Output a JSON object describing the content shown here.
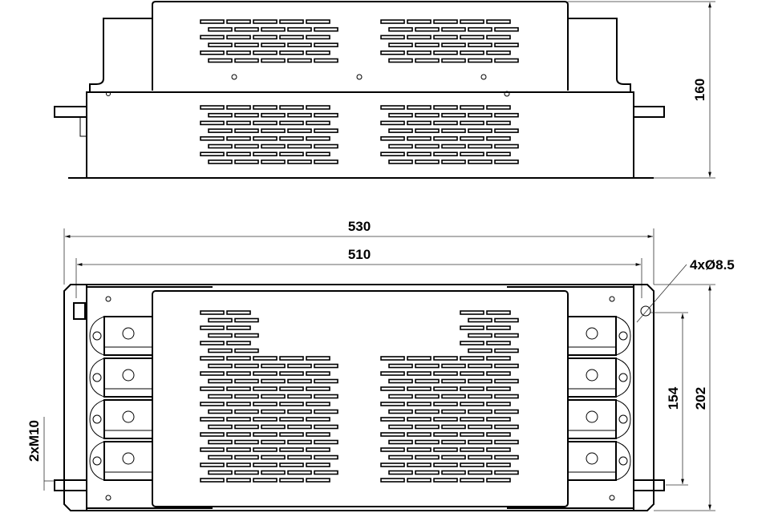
{
  "title": "Filter housing dimensional drawing",
  "dimensions": {
    "height": "160",
    "overall_length": "530",
    "mounting_length": "510",
    "mounting_holes": "4xØ8.5",
    "mounting_width": "154",
    "overall_width": "202",
    "terminal_bolts": "2xM10"
  },
  "colors": {
    "line": "#000000",
    "background": "#ffffff"
  }
}
